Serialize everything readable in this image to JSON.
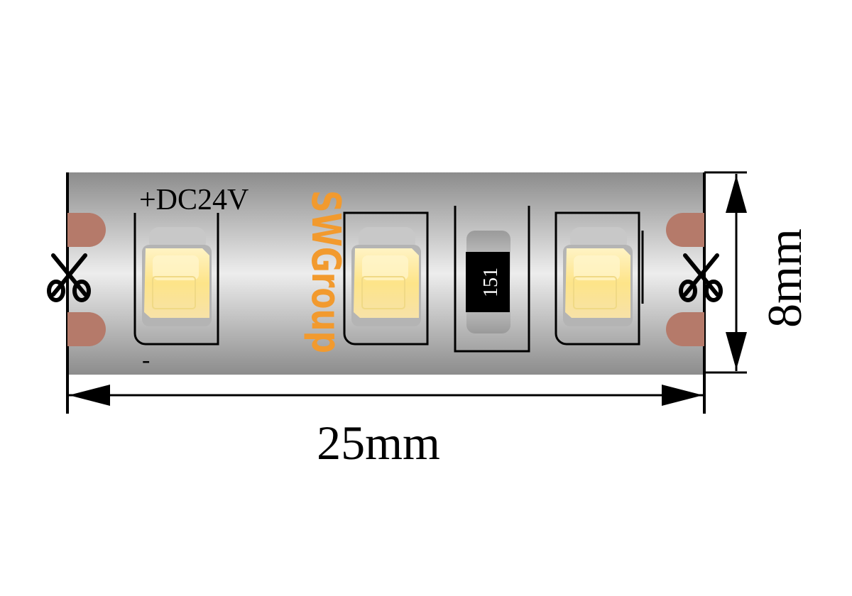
{
  "labels": {
    "voltage": "+DC24V",
    "negative": "-",
    "width": "25mm",
    "height": "8mm",
    "resistor_code": "151"
  },
  "logo": {
    "text": "SWGroup",
    "color": "#f29a2e"
  },
  "icons": {
    "cut_mark": "scissors-icon",
    "arrow": "arrow-head-icon"
  },
  "colors": {
    "strip_edge": "#8e8e8e",
    "strip_center": "#ececec",
    "solder_pad": "#b57a6a",
    "led_fill": "#fce48a",
    "led_core": "#fff6cf",
    "resistor_body": "#000000",
    "outline": "#000000"
  },
  "components": {
    "leds": 3,
    "resistors": 1
  }
}
